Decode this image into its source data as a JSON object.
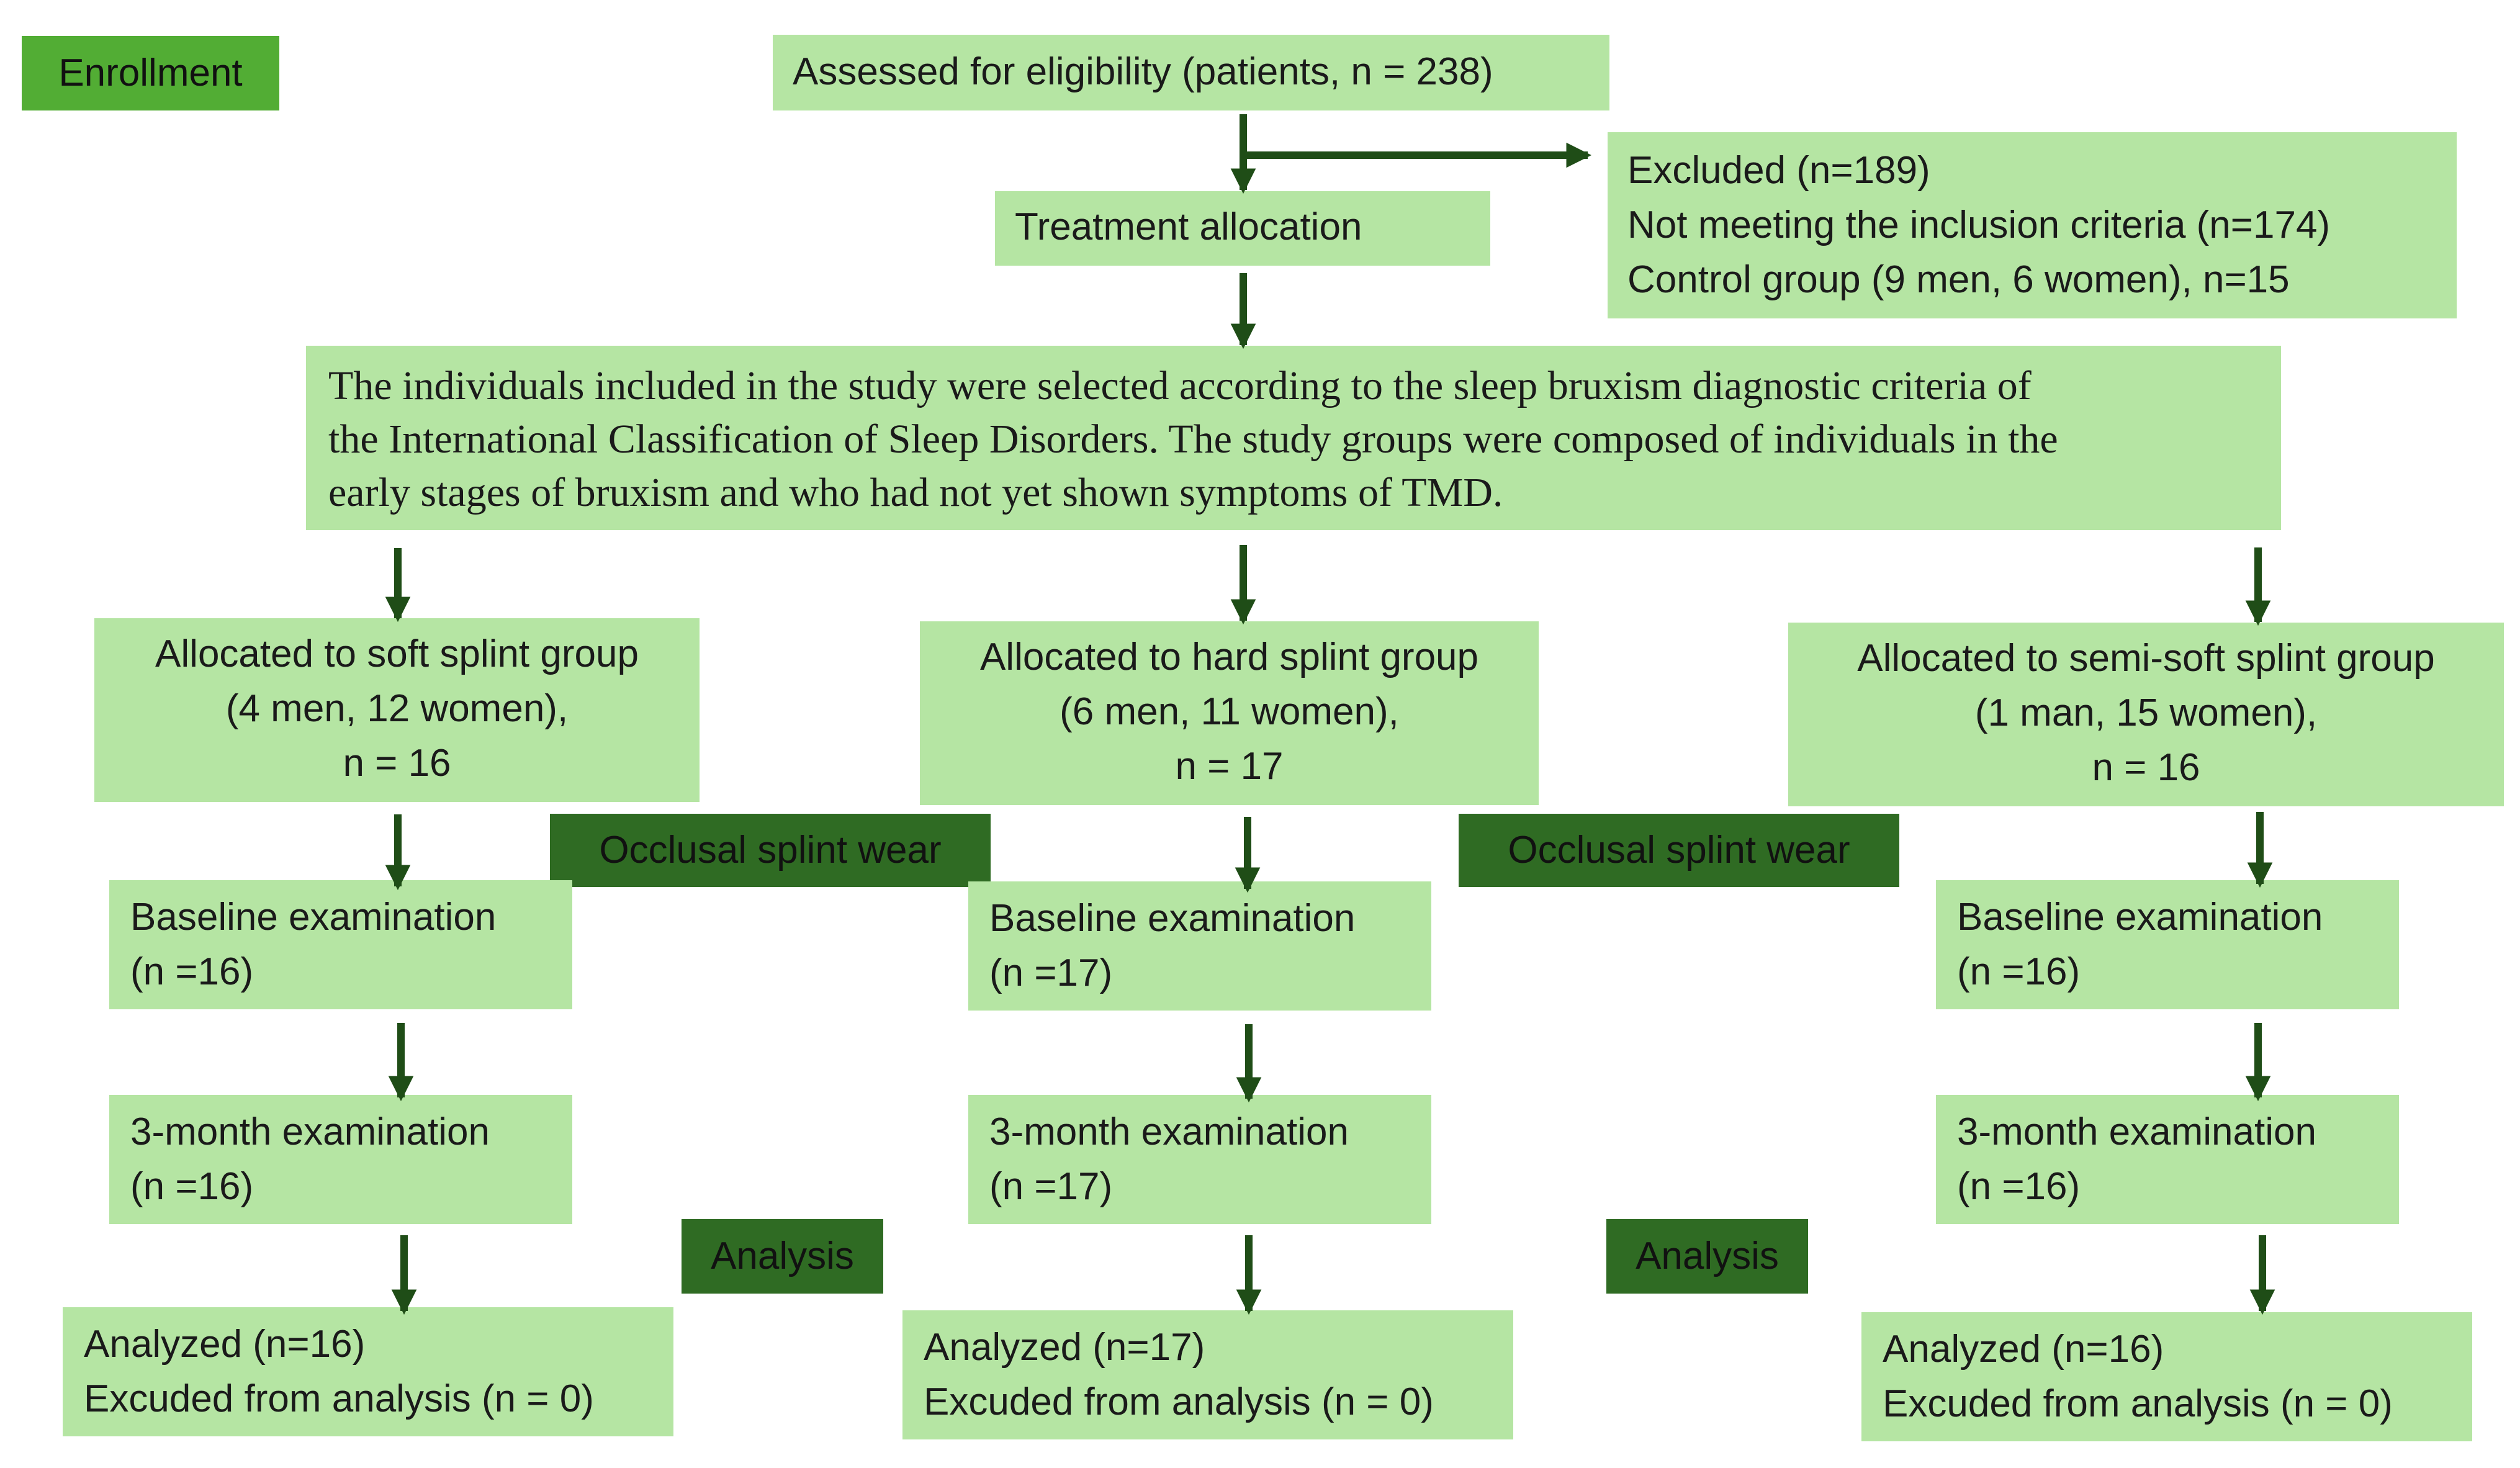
{
  "stage_labels": {
    "enrollment": "Enrollment",
    "splint_wear_left": "Occlusal splint wear",
    "splint_wear_right": "Occlusal splint wear",
    "analysis_left": "Analysis",
    "analysis_right": "Analysis"
  },
  "eligibility": "Assessed for eligibility (patients, n = 238)",
  "excluded": {
    "line1": "Excluded (n=189)",
    "line2": "Not meeting the inclusion criteria (n=174)",
    "line3": "Control group (9 men, 6 women), n=15"
  },
  "allocation": "Treatment allocation",
  "criteria": {
    "line1": "The individuals included in the study were selected according to the sleep bruxism diagnostic criteria of",
    "line2": "the International Classification of Sleep Disorders. The study groups were composed of individuals in the",
    "line3": "early stages of bruxism and who had not yet shown symptoms of TMD."
  },
  "groups": {
    "soft": {
      "allocated": [
        "Allocated to soft splint group",
        "(4 men, 12 women),",
        "n = 16"
      ],
      "baseline": [
        "Baseline examination",
        "(n =16)"
      ],
      "three_month": [
        "3-month examination",
        "(n =16)"
      ],
      "analyzed": [
        "Analyzed (n=16)",
        "Excuded from analysis (n = 0)"
      ]
    },
    "hard": {
      "allocated": [
        "Allocated to hard splint group",
        "(6 men, 11 women),",
        "n = 17"
      ],
      "baseline": [
        "Baseline examination",
        "(n =17)"
      ],
      "three_month": [
        "3-month examination",
        "(n =17)"
      ],
      "analyzed": [
        "Analyzed (n=17)",
        "Excuded from analysis (n = 0)"
      ]
    },
    "semisoft": {
      "allocated": [
        "Allocated to semi-soft splint group",
        "(1 man, 15 women),",
        "n = 16"
      ],
      "baseline": [
        "Baseline examination",
        "(n =16)"
      ],
      "three_month": [
        "3-month examination",
        "(n =16)"
      ],
      "analyzed": [
        "Analyzed (n=16)",
        "Excuded from analysis (n = 0)"
      ]
    }
  },
  "colors": {
    "box_fill": "#b5e5a3",
    "enrollment_label": "#52ad34",
    "stage_label": "#2f6b23",
    "arrow": "#1f4d17"
  }
}
